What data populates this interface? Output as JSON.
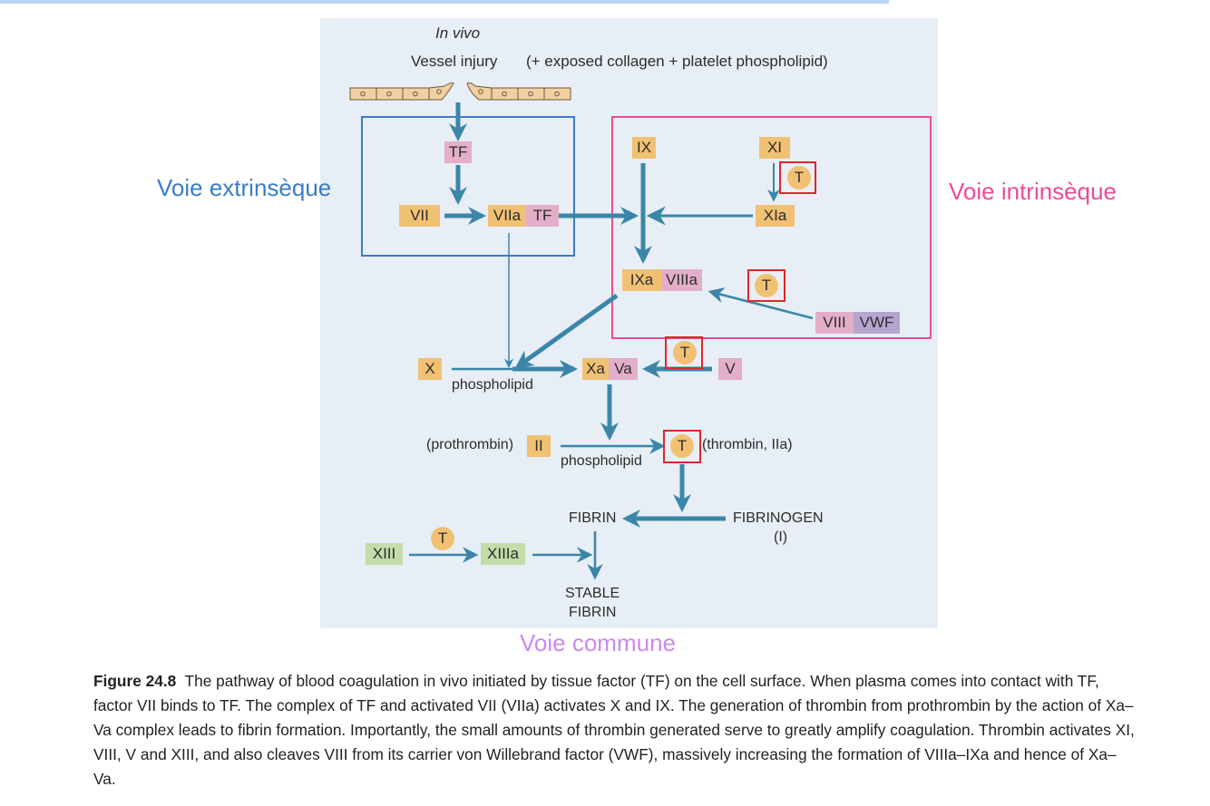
{
  "top_strip_text": "(cut-off highlighted heading line)",
  "diagram": {
    "in_vivo": "In vivo",
    "vessel_injury": "Vessel injury",
    "exposed_note": "(+ exposed collagen + platelet phospholipid)",
    "labels": {
      "extrinsic": "Voie extrinsèque",
      "intrinsic": "Voie intrinsèque",
      "common": "Voie commune"
    },
    "colors": {
      "extrinsic": "#3a7cc8",
      "intrinsic": "#ec4b9a",
      "common": "#cc88ee",
      "arrow": "#3b86a8",
      "factor_orange": "#f1c173",
      "factor_pink": "#e3aec8",
      "factor_purple": "#b6a5cf",
      "factor_green": "#c3dcaa",
      "highlight_red": "#e0262a"
    },
    "factors": {
      "tf": "TF",
      "vii": "VII",
      "viia": "VIIa",
      "viia_tf": "TF",
      "ix": "IX",
      "xi": "XI",
      "xia": "XIa",
      "ixa": "IXa",
      "viiia": "VIIIa",
      "viii": "VIII",
      "vwf": "VWF",
      "x": "X",
      "xa": "Xa",
      "va": "Va",
      "v": "V",
      "ii": "II",
      "xiii": "XIII",
      "xiiia": "XIIIa",
      "thrombin_symbol": "T"
    },
    "text": {
      "phospholipid_1": "phospholipid",
      "phospholipid_2": "phospholipid",
      "prothrombin": "(prothrombin)",
      "thrombin": "(thrombin, IIa)",
      "fibrin": "FIBRIN",
      "fibrinogen": "FIBRINOGEN",
      "fibrinogen_sub": "(I)",
      "stable": "STABLE",
      "stable_fibrin": "FIBRIN"
    }
  },
  "caption": {
    "label": "Figure 24.8",
    "text": "The pathway of blood coagulation in vivo initiated by tissue factor (TF) on the cell surface. When plasma comes into contact with TF, factor VII binds to TF. The complex of TF and activated VII (VIIa) activates X and IX. The generation of thrombin from prothrombin by the action of Xa–Va complex leads to fibrin formation. Importantly, the small amounts of thrombin generated serve to greatly amplify coagulation. Thrombin activates XI, VIII, V and XIII, and also cleaves VIII from its carrier von Willebrand factor (VWF), massively increasing the formation of VIIIa–IXa and hence of Xa–Va."
  }
}
